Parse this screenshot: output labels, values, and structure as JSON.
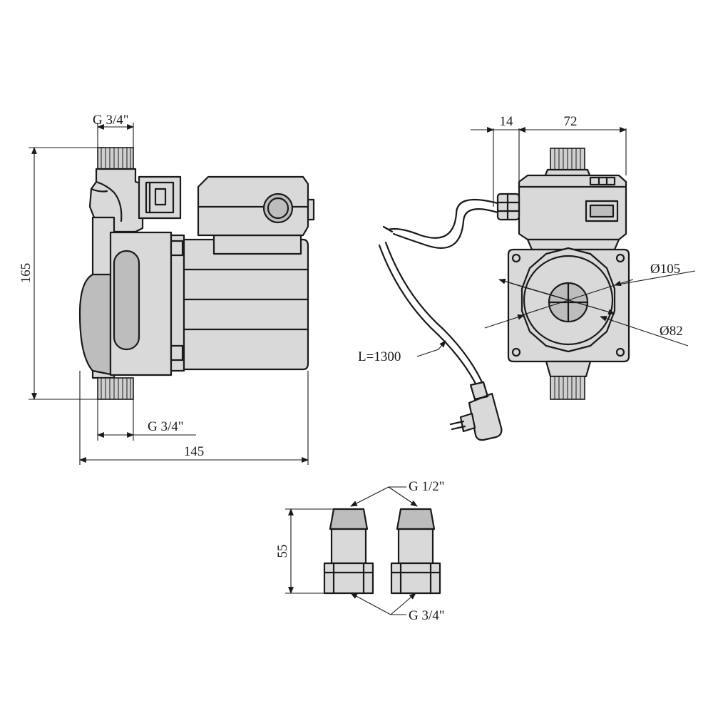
{
  "side_view": {
    "top_thread_label": "G 3/4\"",
    "height_label": "165",
    "bottom_thread_label": "G 3/4\"",
    "length_label": "145"
  },
  "front_view": {
    "box_depth_label": "14",
    "box_width_label": "72",
    "diameter_outer_label": "Ø105",
    "diameter_inner_label": "Ø82",
    "cable_length_label": "L=1300"
  },
  "adapters": {
    "top_thread_label": "G 1/2\"",
    "height_label": "55",
    "bottom_thread_label": "G 3/4\""
  }
}
